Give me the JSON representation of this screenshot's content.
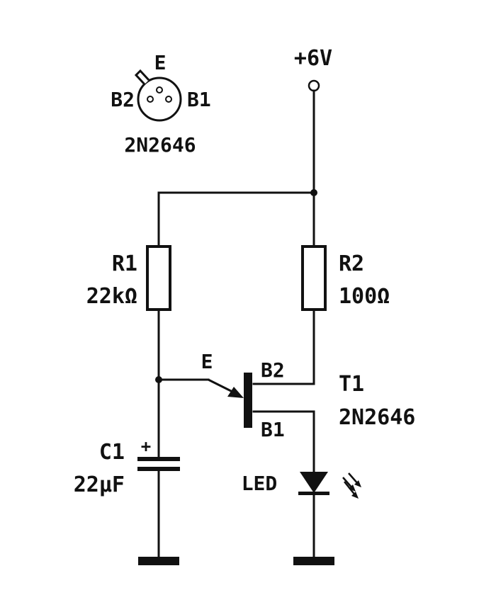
{
  "supply": {
    "label": "+6V"
  },
  "pinout": {
    "emitter_label": "E",
    "base2_label": "B2",
    "base1_label": "B1",
    "part_label": "2N2646"
  },
  "r1": {
    "name": "R1",
    "value": "22kΩ"
  },
  "r2": {
    "name": "R2",
    "value": "100Ω"
  },
  "c1": {
    "name": "C1",
    "value": "22µF",
    "polarity": "+"
  },
  "t1": {
    "name": "T1",
    "part": "2N2646",
    "emitter_label": "E",
    "base2_label": "B2",
    "base1_label": "B1"
  },
  "led": {
    "label": "LED"
  },
  "colors": {
    "ink": "#111111",
    "background": "#ffffff"
  }
}
